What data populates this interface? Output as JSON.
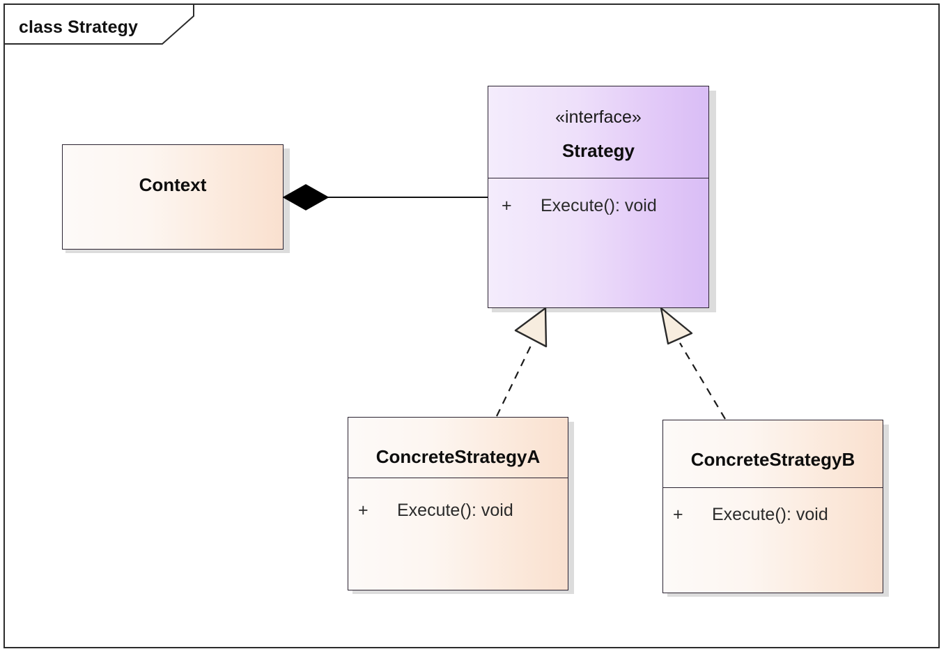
{
  "diagram": {
    "kind_label": "class Strategy",
    "frame_border_color": "#2b2b2b",
    "background": "#ffffff"
  },
  "classes": [
    {
      "id": "context",
      "name": "Context",
      "stereotype": "",
      "fill_accent": "#f9e0cf",
      "members": []
    },
    {
      "id": "strategy",
      "name": "Strategy",
      "stereotype": "«interface»",
      "fill_accent": "#d9bdf5",
      "members": [
        {
          "visibility": "+",
          "signature": "Execute(): void"
        }
      ]
    },
    {
      "id": "concrete-strategy-a",
      "name": "ConcreteStrategyA",
      "stereotype": "",
      "fill_accent": "#f9e0cf",
      "members": [
        {
          "visibility": "+",
          "signature": "Execute(): void"
        }
      ]
    },
    {
      "id": "concrete-strategy-b",
      "name": "ConcreteStrategyB",
      "stereotype": "",
      "fill_accent": "#f9e0cf",
      "members": [
        {
          "visibility": "+",
          "signature": "Execute(): void"
        }
      ]
    }
  ],
  "relationships": [
    {
      "id": "context-composes-strategy",
      "type": "composition",
      "source": "Context",
      "target": "Strategy",
      "line_style": "solid",
      "source_decoration": "filled-diamond",
      "target_decoration": "none"
    },
    {
      "id": "a-realizes-strategy",
      "type": "realization",
      "source": "ConcreteStrategyA",
      "target": "Strategy",
      "line_style": "dashed",
      "source_decoration": "none",
      "target_decoration": "hollow-triangle"
    },
    {
      "id": "b-realizes-strategy",
      "type": "realization",
      "source": "ConcreteStrategyB",
      "target": "Strategy",
      "line_style": "dashed",
      "source_decoration": "none",
      "target_decoration": "hollow-triangle"
    }
  ]
}
